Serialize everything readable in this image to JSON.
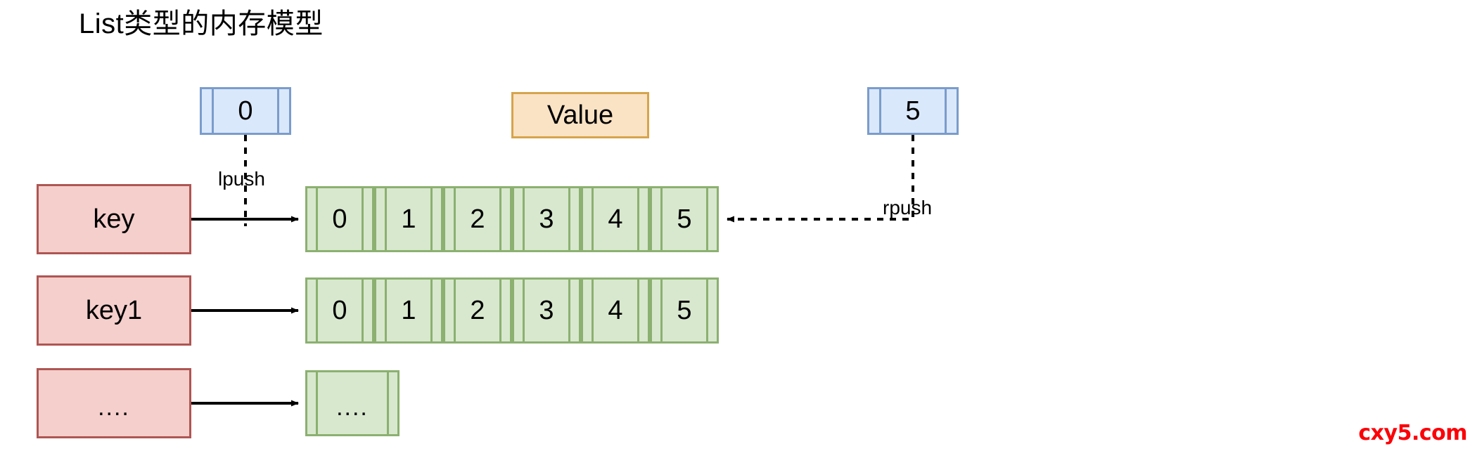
{
  "title": "List类型的内存模型",
  "pointers": {
    "head": {
      "label": "0",
      "op": "lpush"
    },
    "tail": {
      "label": "5",
      "op": "rpush"
    }
  },
  "value_header": {
    "label": "Value"
  },
  "rows": [
    {
      "key": "key",
      "cells": [
        "0",
        "1",
        "2",
        "3",
        "4",
        "5"
      ]
    },
    {
      "key": "key1",
      "cells": [
        "0",
        "1",
        "2",
        "3",
        "4",
        "5"
      ]
    },
    {
      "key": "....",
      "cells": [
        "...."
      ]
    }
  ],
  "watermark": "cxy5.com",
  "colors": {
    "blue_fill": "#dae8fc",
    "blue_stroke": "#7a9ccb",
    "orange_fill": "#fae3c4",
    "orange_stroke": "#d6a44c",
    "pink_fill": "#f5cfcc",
    "pink_stroke": "#ae5653",
    "green_fill": "#d8e8ce",
    "green_stroke": "#8bb070",
    "watermark": "#fb0007"
  }
}
